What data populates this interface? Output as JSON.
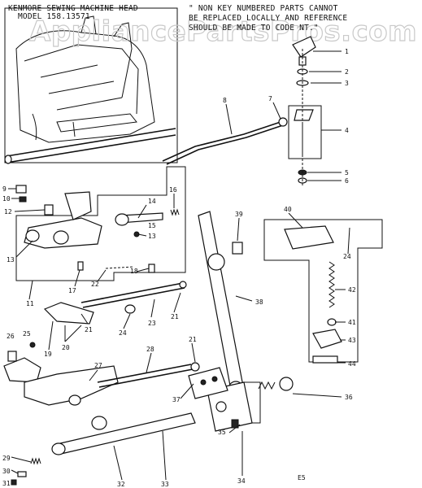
{
  "watermark": "AppliancePartsPros.com",
  "inset_caption": {
    "line1": "KENMORE SEWING MACHINE HEAD",
    "line2": "MODEL 158.13571"
  },
  "note": {
    "line1": "\" NON KEY NUMBERED PARTS CANNOT",
    "line2": "BE REPLACED LOCALLY AND REFERENCE",
    "line3": "SHOULD BE MADE TO CODE NT.\""
  },
  "page_code": "E5",
  "part_numbers": [
    "1",
    "2",
    "3",
    "4",
    "5",
    "6",
    "7",
    "8",
    "9",
    "10",
    "11",
    "12",
    "13",
    "13",
    "14",
    "15",
    "16",
    "17",
    "18",
    "19",
    "20",
    "21",
    "21",
    "21",
    "22",
    "23",
    "24",
    "24",
    "25",
    "26",
    "27",
    "28",
    "29",
    "30",
    "31",
    "32",
    "33",
    "34",
    "35",
    "36",
    "37",
    "38",
    "39",
    "40",
    "41",
    "42",
    "43",
    "44"
  ],
  "colors": {
    "ink": "#111111",
    "watermark": "#c9c9c9",
    "background": "#ffffff"
  }
}
